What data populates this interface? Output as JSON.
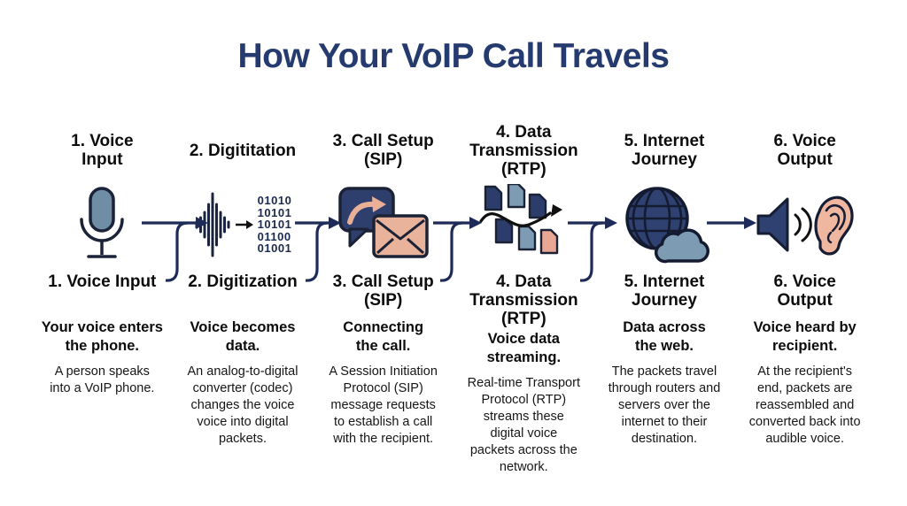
{
  "title": "How Your VoIP Call Travels",
  "colors": {
    "title_navy": "#253a6e",
    "connector_navy": "#1e2b58",
    "icon_navy": "#2e3f6e",
    "icon_steel_blue": "#6f8da4",
    "icon_peach": "#e9b29a",
    "text_black": "#0c0c0c",
    "background": "#ffffff"
  },
  "binary": "01010\n10101\n10101\n01100\n01001",
  "steps": [
    {
      "icon": "microphone-icon",
      "top_label": "1. Voice\nInput",
      "bottom_label": "1. Voice Input",
      "subtitle": "Your voice enters\nthe phone.",
      "description": "A person speaks\ninto a VoIP phone."
    },
    {
      "icon": "waveform-binary-icon",
      "top_label": "2. Digititation",
      "bottom_label": "2. Digitization",
      "subtitle": "Voice becomes\ndata.",
      "description": "An analog-to-digital\nconverter (codec)\nchanges the voice\nvoice into digital\npackets."
    },
    {
      "icon": "chat-envelope-icon",
      "top_label": "3. Call Setup\n(SIP)",
      "bottom_label": "3. Call Setup\n(SIP)",
      "subtitle": "Connecting\nthe call.",
      "description": "A Session Initiation\nProtocol (SIP)\nmessage requests\nto establish a call\nwith the recipient."
    },
    {
      "icon": "packets-icon",
      "top_label": "4. Data\nTransmission\n(RTP)",
      "bottom_label": "4. Data\nTransmission\n(RTP)",
      "subtitle": "Voice data\nstreaming.",
      "description": "Real-time Transport\nProtocol (RTP)\nstreams these\ndigital voice\npackets across the\nnetwork."
    },
    {
      "icon": "globe-cloud-icon",
      "top_label": "5. Internet\nJourney",
      "bottom_label": "5. Internet\nJourney",
      "subtitle": "Data across\nthe web.",
      "description": "The packets travel\nthrough routers and\nservers over the\ninternet to their\ndestination."
    },
    {
      "icon": "speaker-ear-icon",
      "top_label": "6. Voice\nOutput",
      "bottom_label": "6. Voice\nOutput",
      "subtitle": "Voice heard by\nrecipient.",
      "description": "At the recipient's\nend, packets are\nreassembled and\nconverted back into\naudible voice."
    }
  ]
}
